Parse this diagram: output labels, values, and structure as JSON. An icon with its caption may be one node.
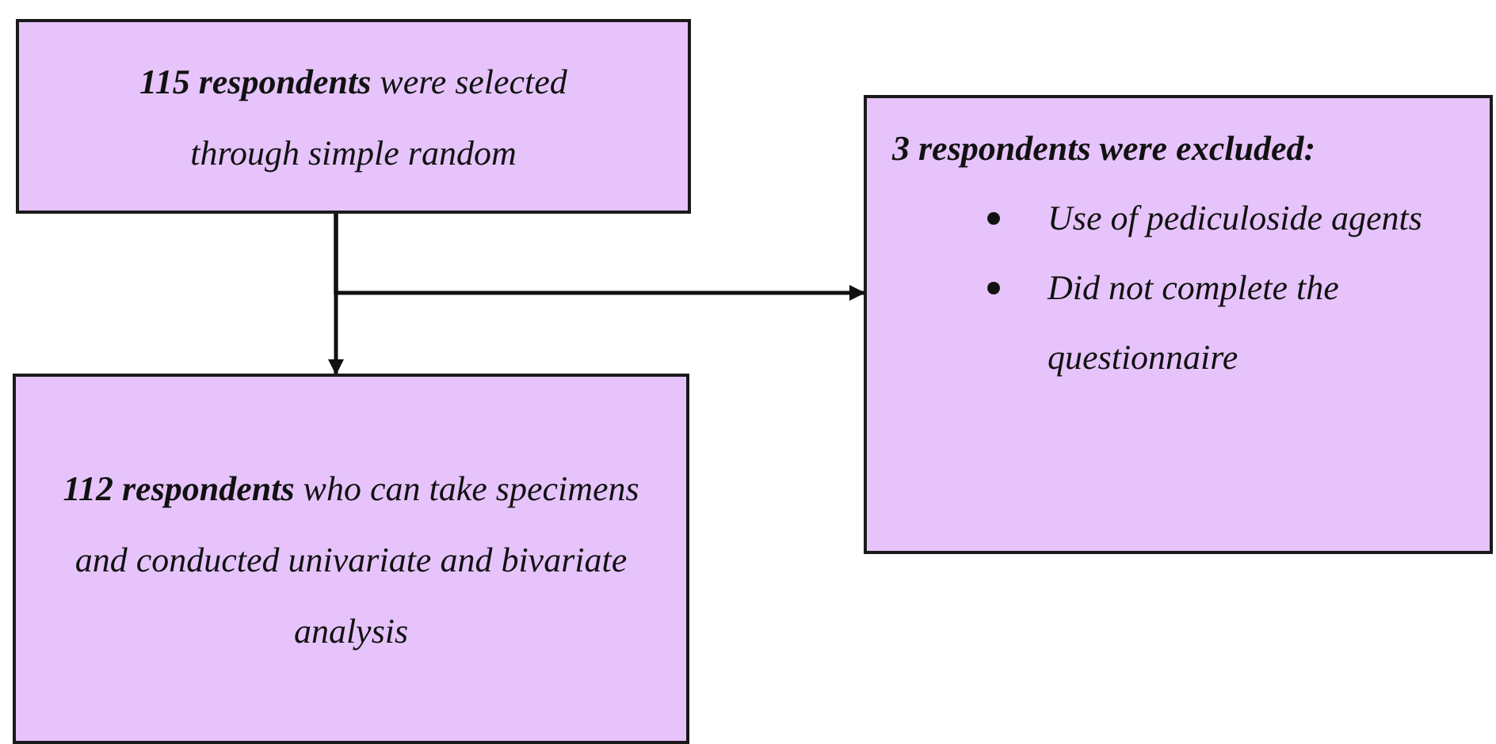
{
  "diagram": {
    "nodes": [
      {
        "text": [
          "**115 respondents** were selected through simple random"
        ]
      },
      {
        "text": [
          "**112 respondents** who can take specimens and conducted univariate and bivariate analysis"
        ]
      },
      {
        "text": [
          "3 respondents were excluded:",
          "Use of pediculoside agents",
          "Did not complete the questionnaire"
        ]
      }
    ],
    "edges": [
      {
        "from": 0,
        "to": 1,
        "arrow": "to"
      },
      {
        "from": 0,
        "to": 2,
        "arrow": "to"
      }
    ]
  }
}
